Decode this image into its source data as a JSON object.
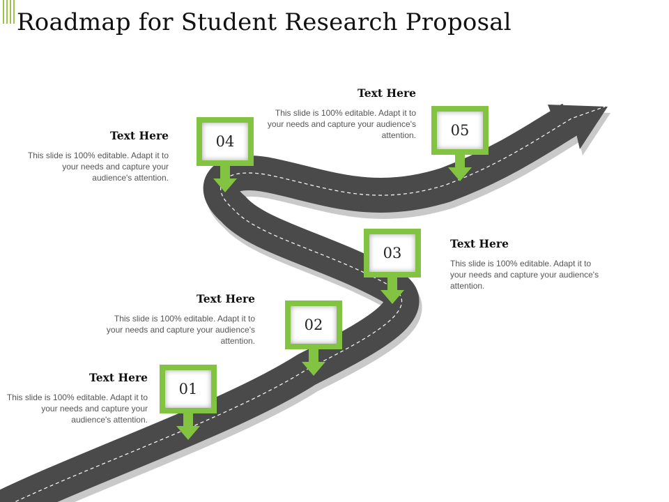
{
  "slide": {
    "title": "Roadmap for Student Research Proposal"
  },
  "colors": {
    "accent": "#82c341",
    "road": "#4a4a4a",
    "road_side": "#c9c9c9",
    "lane": "#f2f2f2"
  },
  "milestones": [
    {
      "number": "01",
      "heading": "Text Here",
      "text": "This slide is 100% editable. Adapt it to your needs and capture your audience's attention."
    },
    {
      "number": "02",
      "heading": "Text Here",
      "text": "This slide is 100% editable. Adapt it to your needs and capture your audience's attention."
    },
    {
      "number": "03",
      "heading": "Text Here",
      "text": "This slide is 100% editable. Adapt it to your needs and capture your audience's attention."
    },
    {
      "number": "04",
      "heading": "Text Here",
      "text": "This slide is 100% editable. Adapt it to your needs and capture your audience's attention."
    },
    {
      "number": "05",
      "heading": "Text Here",
      "text": "This slide is 100% editable. Adapt it to your needs and capture your audience's attention."
    }
  ]
}
